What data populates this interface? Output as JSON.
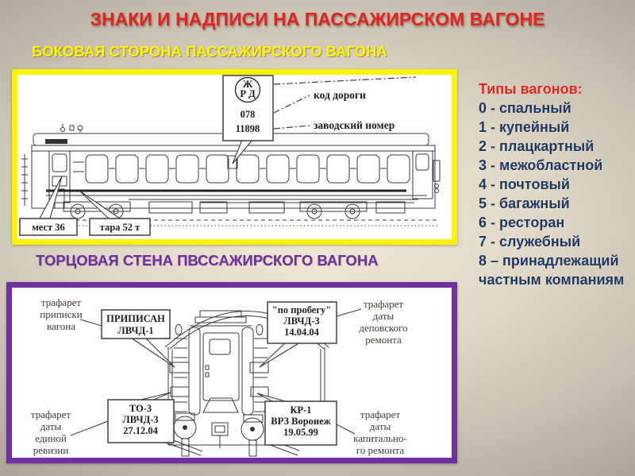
{
  "slide": {
    "title": "ЗНАКИ И НАДПИСИ НА ПАССАЖИРСКОМ ВАГОНЕ",
    "section_side": "БОКОВАЯ СТОРОНА ПАССАЖИРСКОГО ВАГОНА",
    "section_end": "ТОРЦОВАЯ СТЕНА ПВССАЖИРСКОГО ВАГОНА"
  },
  "colors": {
    "title_red": "#e2231f",
    "section_yellow": "#fdf304",
    "section_purple": "#7030a0",
    "list_navy": "#1f3864",
    "yellow_frame": "#fdf100",
    "purple_frame": "#7030a0"
  },
  "side_diagram": {
    "logo_line1": "Ж",
    "logo_line2": "Р Д",
    "road_code_value": "078",
    "factory_number_value": "11898",
    "road_code_label": "код дороги",
    "factory_number_label": "заводский номер",
    "seats_label": "мест 36",
    "tare_label": "тара 52 т"
  },
  "wagon_types": {
    "title": "Типы вагонов:",
    "items": [
      "0 - спальный",
      "1 - купейный",
      "2 - плацкартный",
      "3 - межобластной",
      "4 - почтовый",
      "5 - багажный",
      "6 - ресторан",
      "7 - служебный",
      "8 – принадлежащий",
      "частным компаниям"
    ]
  },
  "end_diagram": {
    "callout_assigned": {
      "line1": "ПРИПИСАН",
      "line2": "ЛВЧД-1"
    },
    "callout_depot": {
      "line1": "\"по пробегу\"",
      "line2": "ЛВЧД-3",
      "line3": "14.04.04"
    },
    "callout_to3": {
      "line1": "ТО-3",
      "line2": "ЛВЧД-3",
      "line3": "27.12.04"
    },
    "callout_kr1": {
      "line1": "КР-1",
      "line2": "ВРЗ Воронеж",
      "line3": "19.05.99"
    },
    "label_assigned": {
      "line1": "трафарет",
      "line2": "приписки",
      "line3": "вагона"
    },
    "label_depot": {
      "line1": "трафарет",
      "line2": "даты",
      "line3": "деповского",
      "line4": "ремонта"
    },
    "label_revision": {
      "line1": "трафарет",
      "line2": "даты",
      "line3": "единой",
      "line4": "ревизии"
    },
    "label_capital": {
      "line1": "трафарет",
      "line2": "даты",
      "line3": "капитально-",
      "line4": "го ремонта"
    }
  }
}
